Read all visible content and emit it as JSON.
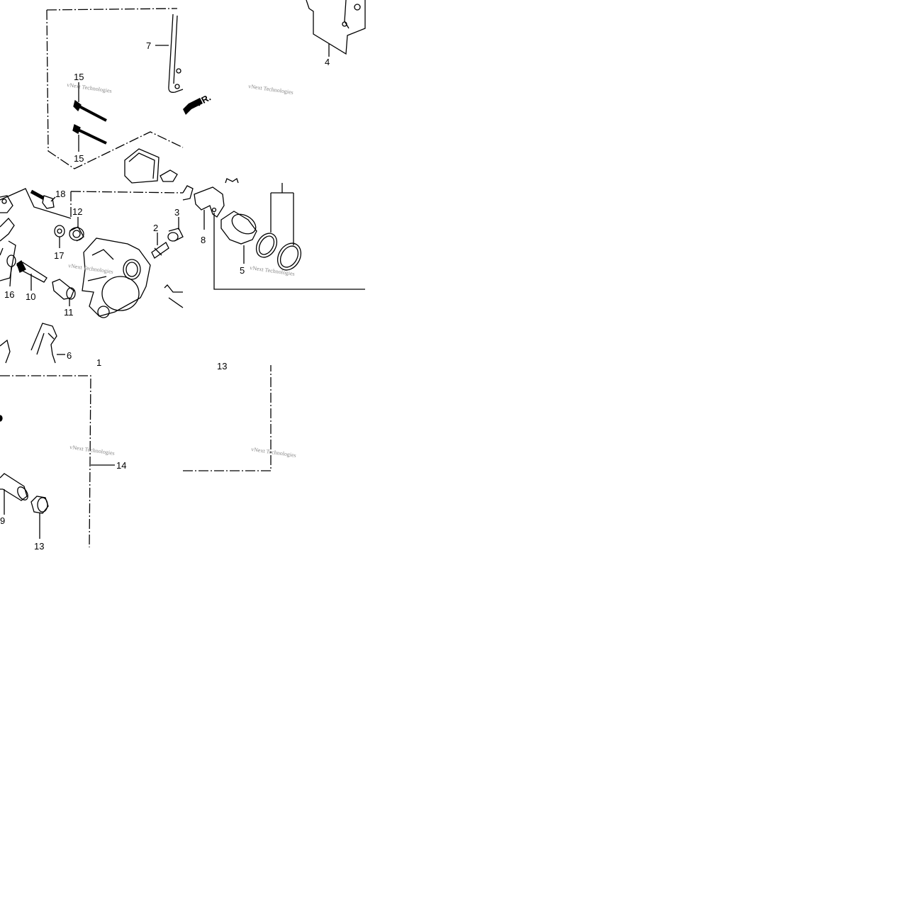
{
  "callouts": {
    "n7": "7",
    "n4": "4",
    "n15a": "15",
    "n15b": "15",
    "n18": "18",
    "n12": "12",
    "n17": "17",
    "n16": "16",
    "n10": "10",
    "n11": "11",
    "n2": "2",
    "n3": "3",
    "n8": "8",
    "n5": "5",
    "n6": "6",
    "n1": "1",
    "n13a": "13",
    "n14": "14",
    "n9": "9",
    "n13b": "13"
  },
  "direction_label": "FR.",
  "watermark": "vNext Technologies",
  "colors": {
    "line": "#000000",
    "background": "#ffffff",
    "watermark": "#888888"
  }
}
